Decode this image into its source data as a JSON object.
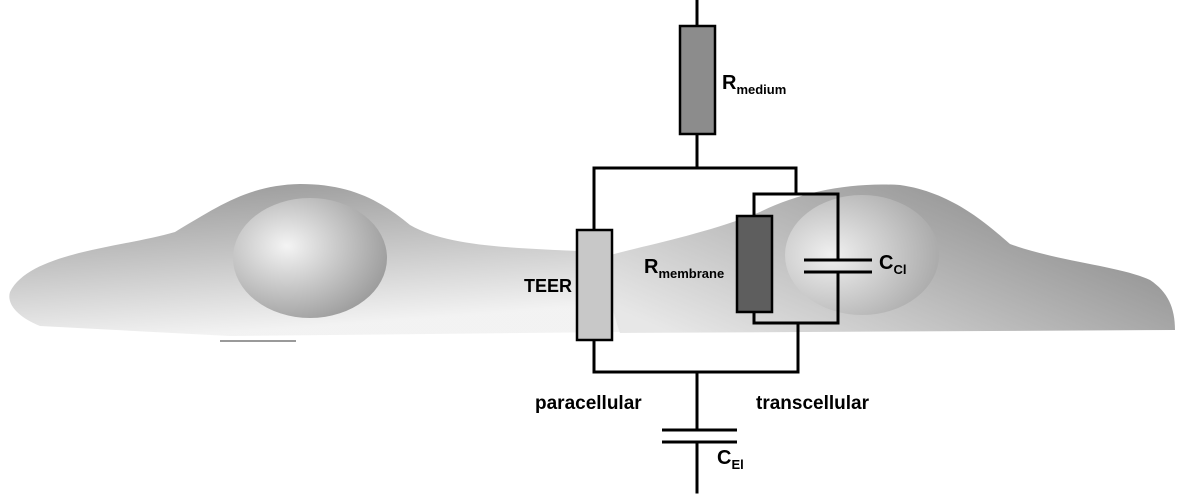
{
  "labels": {
    "r_medium": {
      "main": "R",
      "sub": "medium"
    },
    "teer": "TEER",
    "r_membrane": {
      "main": "R",
      "sub": "membrane"
    },
    "c_cl": {
      "main": "C",
      "sub": "Cl"
    },
    "paracellular": "paracellular",
    "transcellular": "transcellular",
    "c_el": {
      "main": "C",
      "sub": "El"
    }
  },
  "colors": {
    "r_medium_fill": "#8c8c8c",
    "teer_fill": "#c8c8c8",
    "r_membrane_fill": "#5e5e5e",
    "wire": "#000000",
    "cell_light": "#e8e8e8",
    "cell_dark": "#8a8a8a"
  }
}
